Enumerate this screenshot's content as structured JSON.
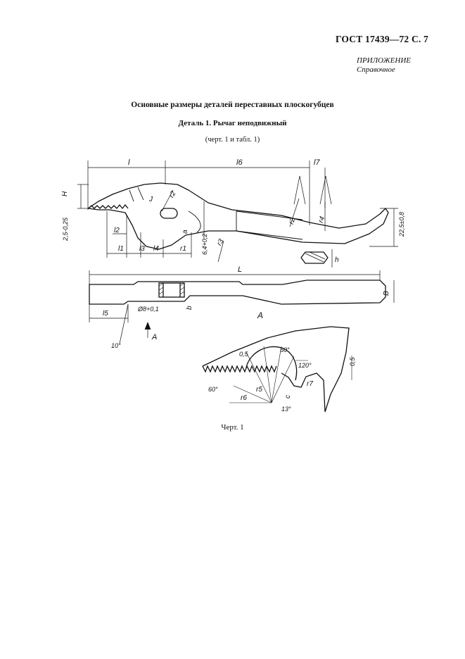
{
  "header": {
    "standard": "ГОСТ 17439—72 С. 7"
  },
  "appendix": {
    "label": "ПРИЛОЖЕНИЕ",
    "type": "Справочное"
  },
  "title": "Основные размеры деталей переставных плоскогубцев",
  "part_title": "Деталь 1. Рычаг неподвижный",
  "reference": "(черт. 1 и табл. 1)",
  "drawing": {
    "dims": {
      "l": "l",
      "l6": "l6",
      "l7": "l7",
      "H": "H",
      "t1": "2,5-0,25",
      "l2": "l2",
      "l1": "l1",
      "l3": "l3",
      "l4": "l4",
      "r1": "r1",
      "r2": "r2",
      "r3": "r3",
      "r4": "r4",
      "J": "J",
      "a": "a",
      "h64": "6,4+0,2",
      "d": "22,5±0,8",
      "h": "h",
      "L": "L",
      "B": "B",
      "b": "b",
      "l5": "l5",
      "phi": "Ø8+0,1",
      "ang10": "10°",
      "A": "A",
      "viewA": "A",
      "t05a": "0,5",
      "ang60a": "60°",
      "ang120": "120°",
      "t05b": "0,5",
      "r7": "r7",
      "ang60b": "60°",
      "r5": "r5",
      "r6": "r6",
      "c": "c",
      "ang13": "13°"
    }
  },
  "caption": "Черт. 1"
}
